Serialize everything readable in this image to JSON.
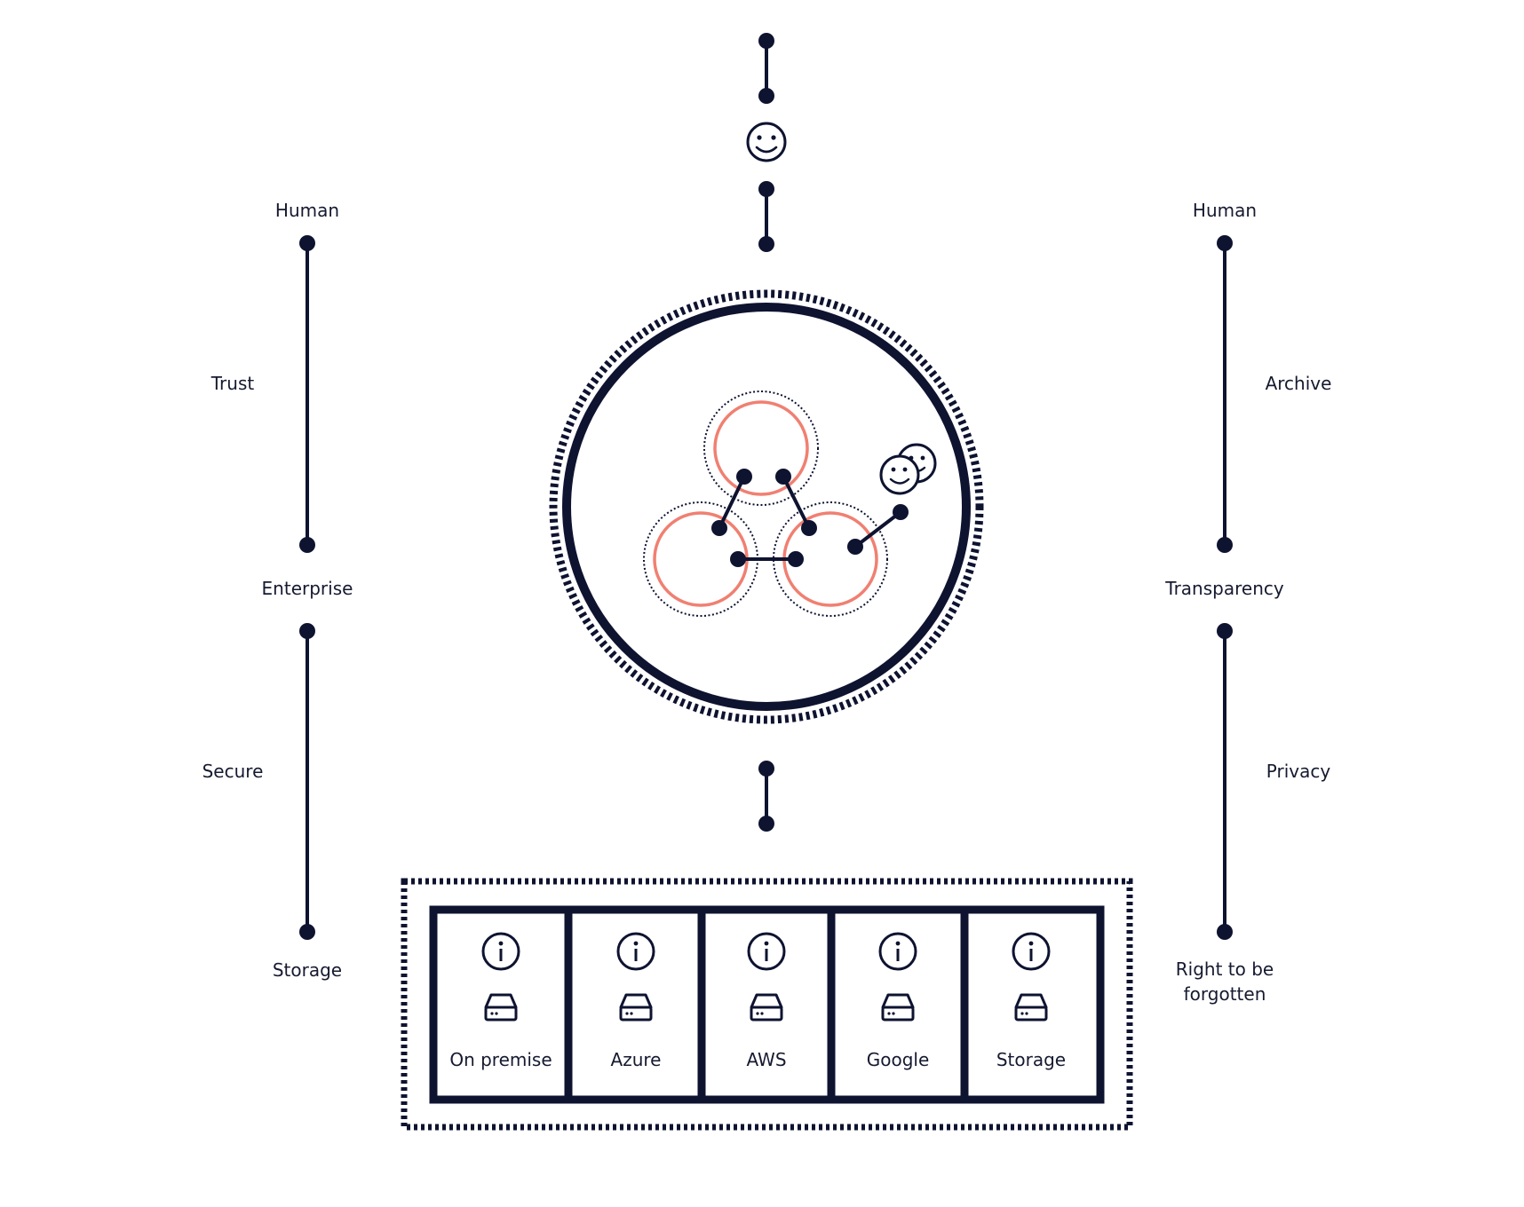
{
  "colors": {
    "ink": "#0e1330",
    "accent": "#f08072",
    "background": "#ffffff"
  },
  "left_axis": {
    "top_label": "Human",
    "upper_side_label": "Trust",
    "middle_label": "Enterprise",
    "lower_side_label": "Secure",
    "bottom_label": "Storage"
  },
  "right_axis": {
    "top_label": "Human",
    "upper_side_label": "Archive",
    "middle_label": "Transparency",
    "lower_side_label": "Privacy",
    "bottom_label_line1": "Right to be",
    "bottom_label_line2": "forgotten"
  },
  "center": {
    "top_icon": "smiley-icon",
    "cluster_icon": "double-smiley-icon"
  },
  "storage_cards": [
    {
      "label": "On premise",
      "info_icon": "info-icon",
      "drive_icon": "hard-drive-icon"
    },
    {
      "label": "Azure",
      "info_icon": "info-icon",
      "drive_icon": "hard-drive-icon"
    },
    {
      "label": "AWS",
      "info_icon": "info-icon",
      "drive_icon": "hard-drive-icon"
    },
    {
      "label": "Google",
      "info_icon": "info-icon",
      "drive_icon": "hard-drive-icon"
    },
    {
      "label": "Storage",
      "info_icon": "info-icon",
      "drive_icon": "hard-drive-icon"
    }
  ]
}
